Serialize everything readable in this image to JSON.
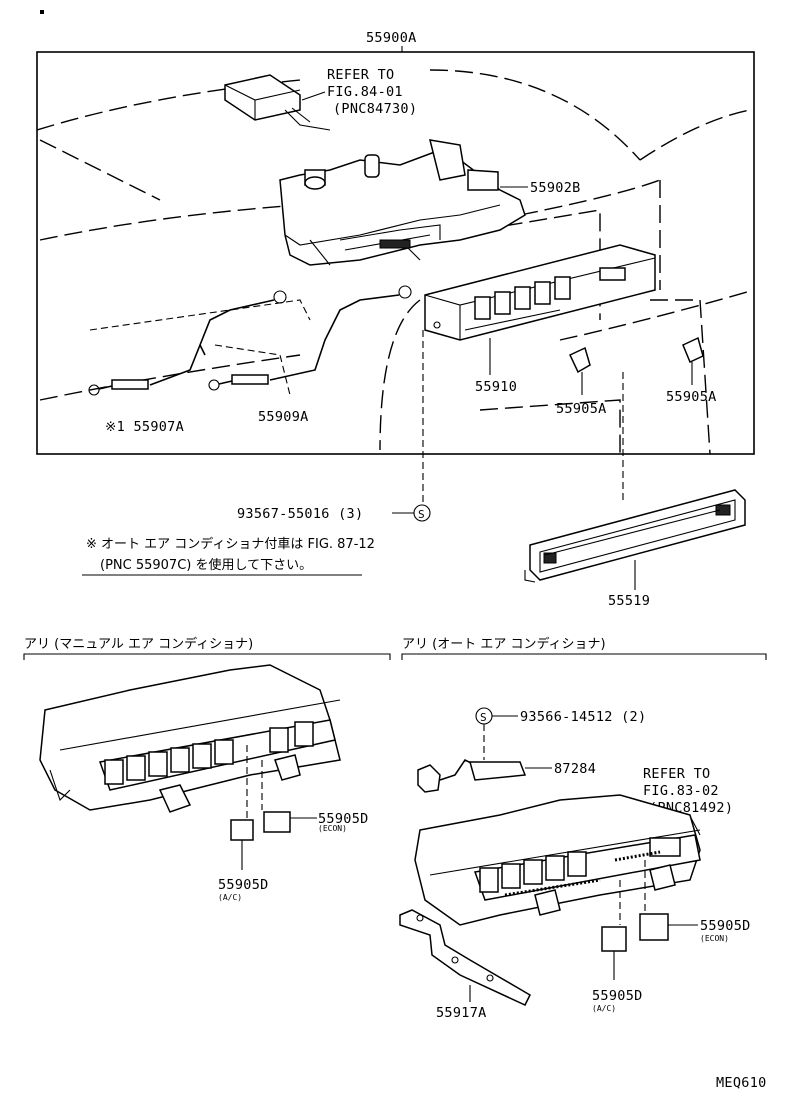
{
  "figure": {
    "code": "MEQ610",
    "assembly_label": "55900A"
  },
  "upper": {
    "refer_1": {
      "line1": "REFER TO",
      "line2": "FIG.84-01",
      "line3": "(PNC84730)"
    },
    "labels": {
      "p55902B": "55902B",
      "p55910": "55910",
      "p55905A_a": "55905A",
      "p55905A_b": "55905A",
      "p55907A": "※1 55907A",
      "p55909A": "55909A",
      "screw": "93567-55016 (3)",
      "p55519": "55519"
    },
    "note": {
      "line1": "※ オート エア コンディショナ付車は FIG. 87-12",
      "line2": "(PNC 55907C) を使用して下さい。"
    }
  },
  "manual": {
    "header": "アリ (マニュアル エア コンディショナ)",
    "labels": {
      "p55905D_econ": "55905D",
      "econ": "(ECON)",
      "p55905D_ac": "55905D",
      "ac": "(A/C)"
    }
  },
  "auto": {
    "header": "アリ (オート エア コンディショナ)",
    "labels": {
      "screw": "93566-14512 (2)",
      "p87284": "87284",
      "p55905D_econ": "55905D",
      "econ": "(ECON)",
      "p55905D_ac": "55905D",
      "ac": "(A/C)",
      "p55917A": "55917A"
    },
    "refer_2": {
      "line1": "REFER TO",
      "line2": "FIG.83-02",
      "line3": "(PNC81492)"
    }
  },
  "symbols": {
    "screw_mark": "S"
  }
}
